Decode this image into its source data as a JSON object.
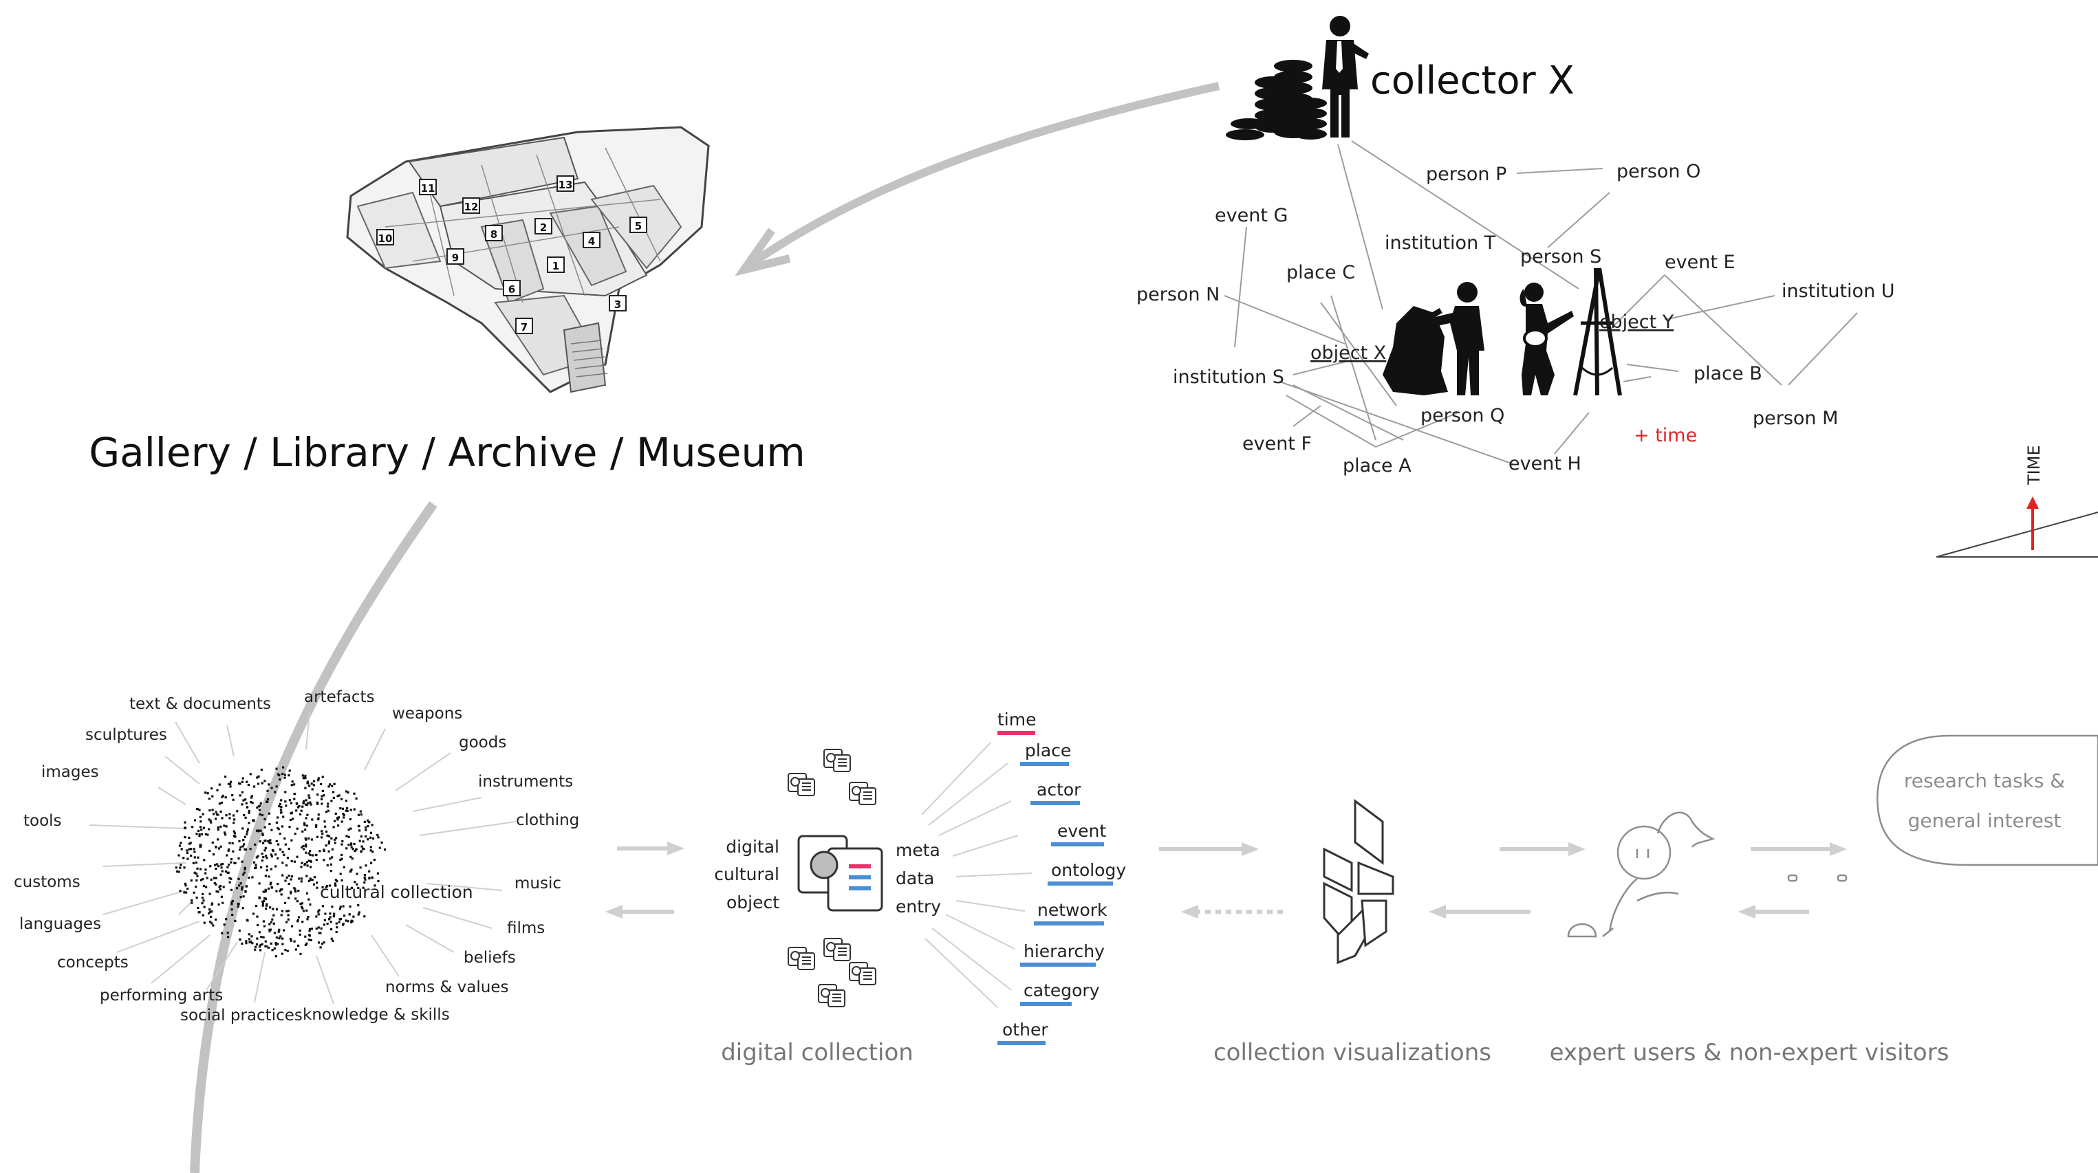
{
  "museum": {
    "title": "Gallery / Library / Archive / Museum",
    "room_numbers": [
      "11",
      "12",
      "13",
      "10",
      "9",
      "8",
      "2",
      "4",
      "5",
      "1",
      "6",
      "3",
      "7"
    ]
  },
  "network": {
    "collector": "collector X",
    "nodes": {
      "person_p": "person P",
      "person_o": "person O",
      "event_g": "event G",
      "institution_t": "institution T",
      "person_s": "person S",
      "event_e": "event E",
      "place_c": "place C",
      "institution_u": "institution U",
      "person_n": "person N",
      "object_y": "object Y",
      "object_x": "object X",
      "institution_s": "institution S",
      "place_b": "place B",
      "person_q": "person Q",
      "person_m": "person M",
      "event_f": "event F",
      "place_a": "place A",
      "event_h": "event H"
    },
    "time_note": "+ time",
    "time_axis_label": "TIME"
  },
  "cultural_collection": {
    "label": "cultural collection",
    "categories": {
      "text_documents": "text & documents",
      "artefacts": "artefacts",
      "weapons": "weapons",
      "sculptures": "sculptures",
      "goods": "goods",
      "images": "images",
      "instruments": "instruments",
      "tools": "tools",
      "clothing": "clothing",
      "customs": "customs",
      "music": "music",
      "languages": "languages",
      "films": "films",
      "beliefs": "beliefs",
      "concepts": "concepts",
      "norms_values": "norms & values",
      "performing_arts": "performing arts",
      "social_practices": "social practices",
      "knowledge_skills": "knowledge & skills"
    }
  },
  "digital_collection": {
    "caption": "digital collection",
    "object_label": [
      "digital",
      "cultural",
      "object"
    ],
    "entry_label": [
      "meta",
      "data",
      "entry"
    ],
    "metadata_fields": {
      "time": "time",
      "place": "place",
      "actor": "actor",
      "event": "event",
      "ontology": "ontology",
      "network": "network",
      "hierarchy": "hierarchy",
      "category": "category",
      "other": "other"
    }
  },
  "visualizations": {
    "caption": "collection visualizations"
  },
  "users": {
    "caption": "expert users & non-expert visitors"
  },
  "tasks": {
    "line1": "research tasks &",
    "line2": "general interest"
  },
  "colors": {
    "arc": "#c2c2c2",
    "time_accent": "#e8336a",
    "meta_blue": "#4a8fd6",
    "red_note": "#e42222",
    "flow_arrow": "#cfcfcf"
  }
}
